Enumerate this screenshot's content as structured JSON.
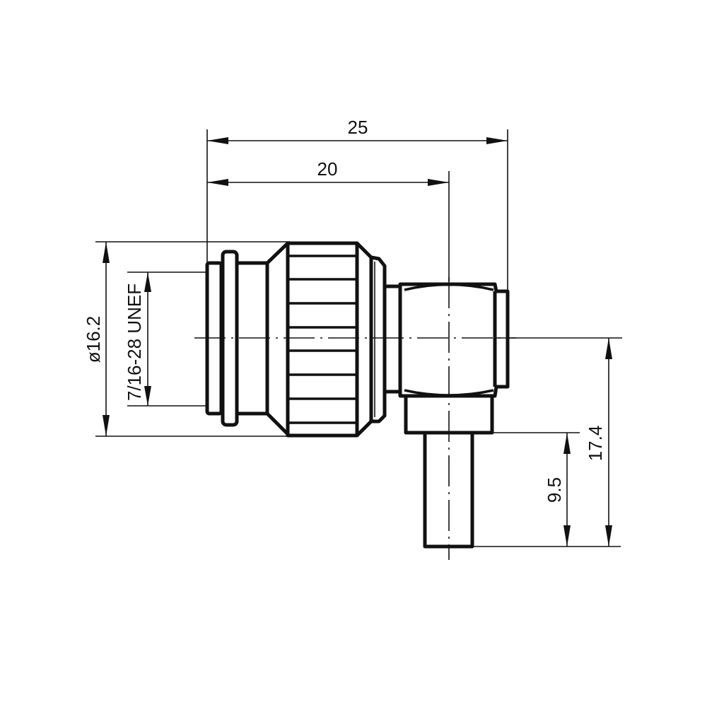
{
  "drawing": {
    "type": "technical drawing - right angle coaxial connector (side view)",
    "units": "mm",
    "line_color": "#111111",
    "background": "#ffffff"
  },
  "dimensions": {
    "overall_length": {
      "label": "25",
      "orientation": "horizontal"
    },
    "length_to_cable_axis": {
      "label": "20",
      "orientation": "horizontal"
    },
    "outer_diameter": {
      "label": "ø16.2",
      "orientation": "vertical"
    },
    "thread": {
      "label": "7/16-28 UNEF",
      "orientation": "vertical"
    },
    "cable_exit_height": {
      "label": "17.4",
      "orientation": "vertical"
    },
    "ferrule_length": {
      "label": "9.5",
      "orientation": "vertical"
    }
  }
}
